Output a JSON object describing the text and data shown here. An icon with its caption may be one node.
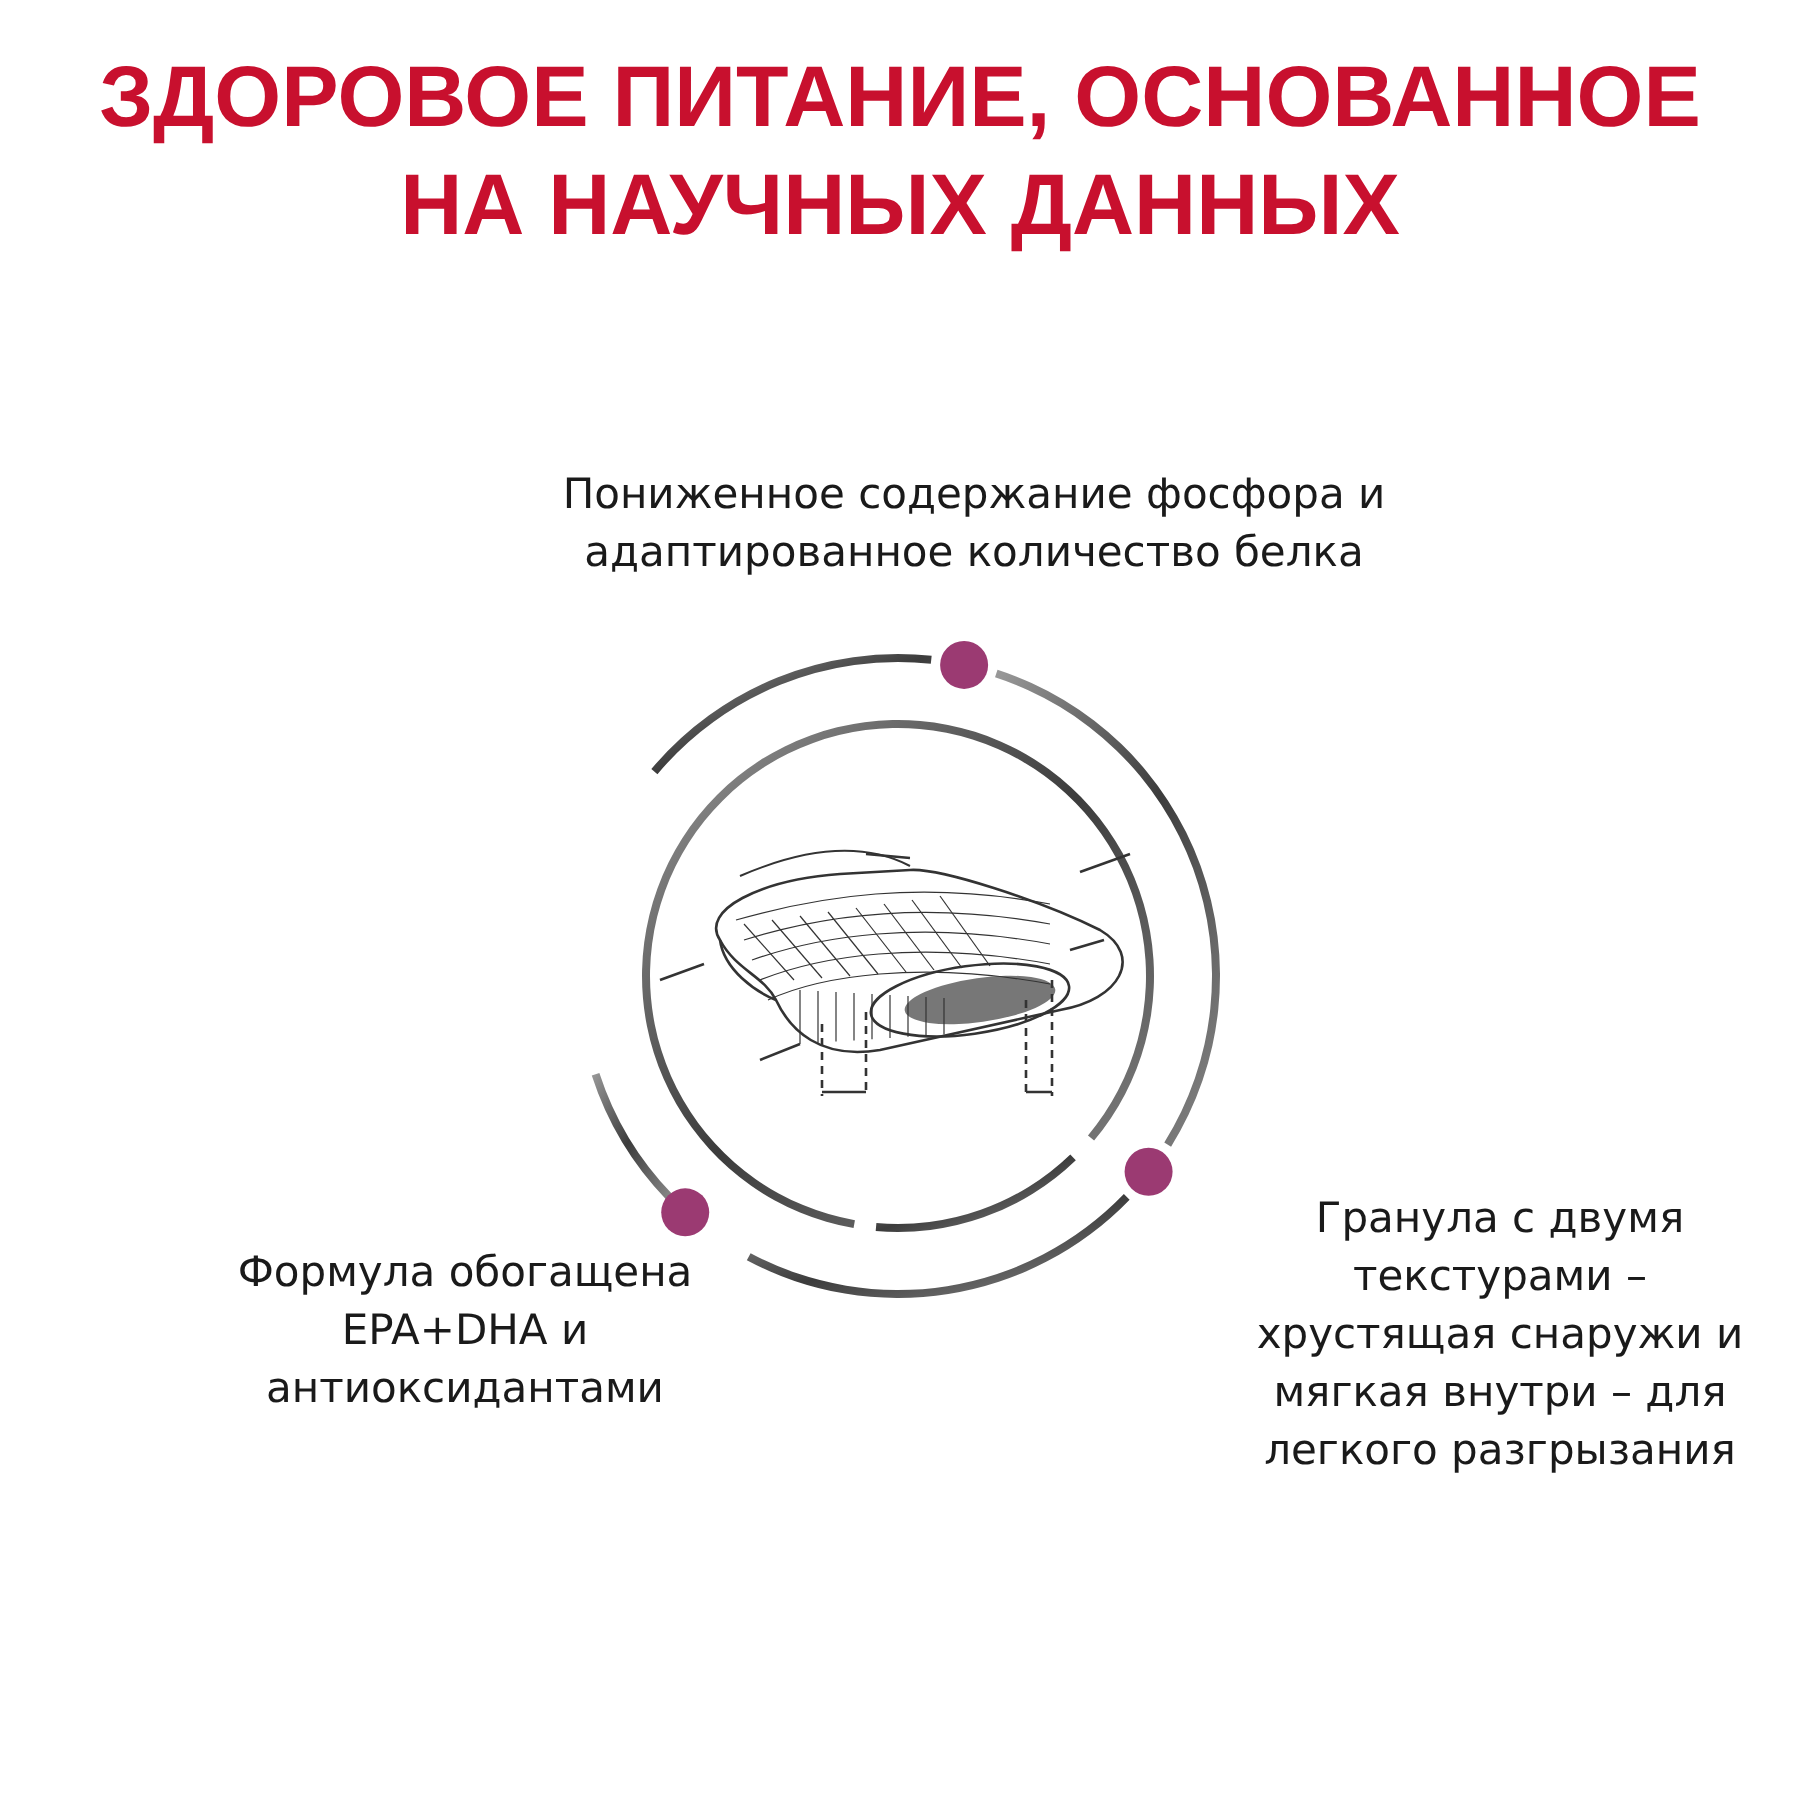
{
  "diagram": {
    "title": "ЗДОРОВОЕ ПИТАНИЕ, ОСНОВАННОЕ НА НАУЧНЫХ ДАННЫХ",
    "labels": [
      "Пониженное содержание фосфора и адаптированное количество белка",
      "Формула обогащена EPA+DHA и антиоксидантами",
      "Гранула с двумя текстурами – хрустящая снаружи и мягкая внутри – для легкого разгрызания"
    ]
  }
}
